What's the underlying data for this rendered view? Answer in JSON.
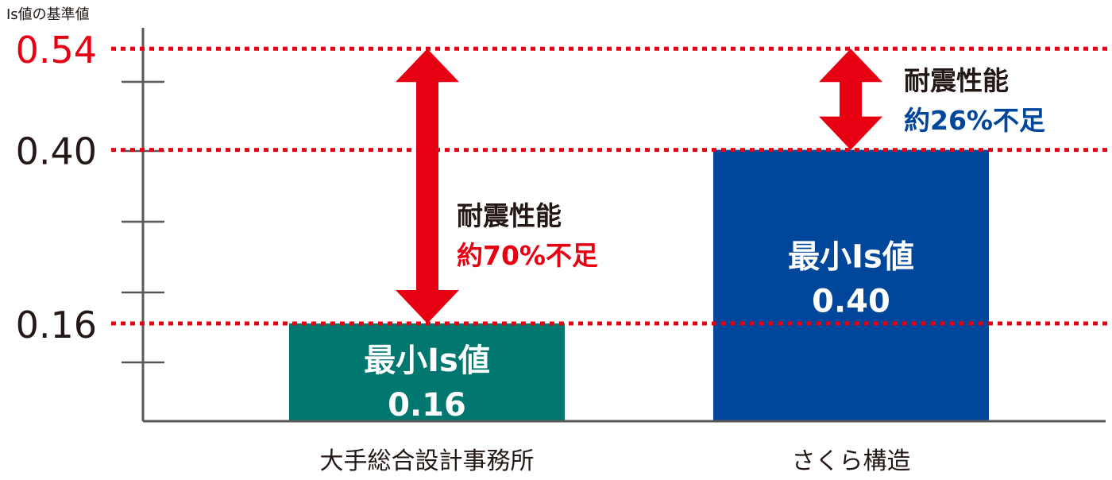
{
  "chart_data": {
    "type": "bar",
    "ylabel": "Is値の基準値",
    "categories": [
      "大手総合設計事務所",
      "さくら構造"
    ],
    "values": [
      0.16,
      0.4
    ],
    "colors": [
      "#00776f",
      "#00469b"
    ],
    "bar_labels": [
      [
        "最小Is値",
        "0.16"
      ],
      [
        "最小Is値",
        "0.40"
      ]
    ],
    "reference_lines": [
      {
        "value": 0.54,
        "label": "0.54",
        "color": "#e60012"
      },
      {
        "value": 0.4,
        "label": "0.40",
        "color": "#231815"
      },
      {
        "value": 0.16,
        "label": "0.16",
        "color": "#231815"
      }
    ],
    "annotations": [
      {
        "line1": "耐震性能",
        "line2": "約70%不足",
        "color": "#e60012",
        "from": 0.16,
        "to": 0.54
      },
      {
        "line1": "耐震性能",
        "line2": "約26%不足",
        "color": "#00469b",
        "from": 0.4,
        "to": 0.54
      }
    ],
    "arrow_color": "#e60012"
  }
}
